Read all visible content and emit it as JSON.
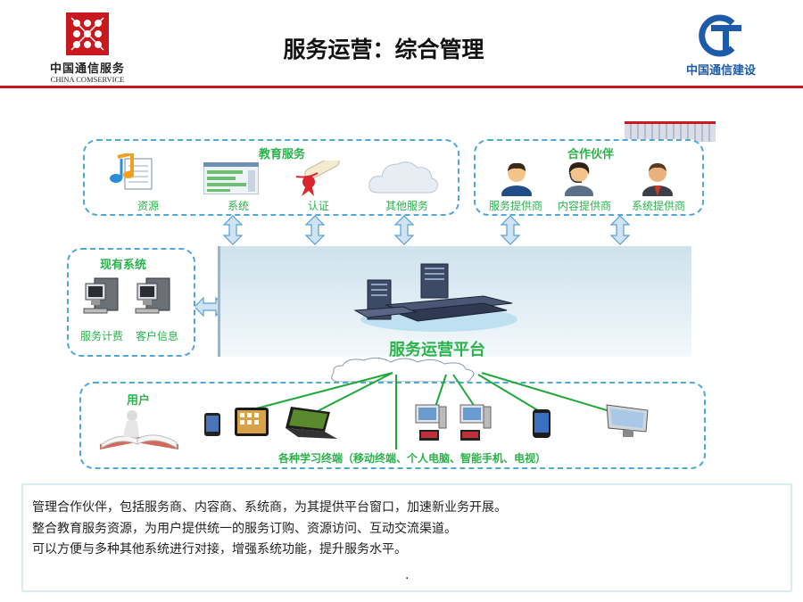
{
  "header": {
    "left_logo_cn": "中国通信服务",
    "left_logo_en": "CHINA COMSERVICE",
    "title": "服务运营：综合管理",
    "right_logo_cn": "中国通信建设",
    "colors": {
      "brand_red": "#c8191f",
      "right_logo_blue": "#1d5aa8"
    }
  },
  "education": {
    "title": "教育服务",
    "items": [
      {
        "label": "资源",
        "icon": "music-note-document-icon"
      },
      {
        "label": "系统",
        "icon": "software-window-icon"
      },
      {
        "label": "认证",
        "icon": "certificate-scroll-icon"
      },
      {
        "label": "其他服务",
        "icon": "cloud-icon"
      }
    ]
  },
  "partners": {
    "title": "合作伙伴",
    "items": [
      {
        "label": "服务提供商",
        "icon": "person-icon"
      },
      {
        "label": "内容提供商",
        "icon": "person-headset-icon"
      },
      {
        "label": "系统提供商",
        "icon": "businessman-icon"
      }
    ]
  },
  "existing": {
    "title": "现有系统",
    "items": [
      {
        "label": "服务计费",
        "icon": "server-computer-icon"
      },
      {
        "label": "客户信息",
        "icon": "server-computer-icon"
      }
    ]
  },
  "platform": {
    "label": "服务运营平台"
  },
  "users": {
    "title": "用户",
    "caption": "各种学习终端（移动终端、个人电脑、智能手机、电视）"
  },
  "description": {
    "lines": [
      "管理合作伙伴，包括服务商、内容商、系统商，为其提供平台窗口，加速新业务开展。",
      "整合教育服务资源，为用户提供统一的服务订购、资源访问、互动交流渠道。",
      "可以方便与多种其他系统进行对接，增强系统功能，提升服务水平。"
    ],
    "trailing": "."
  }
}
